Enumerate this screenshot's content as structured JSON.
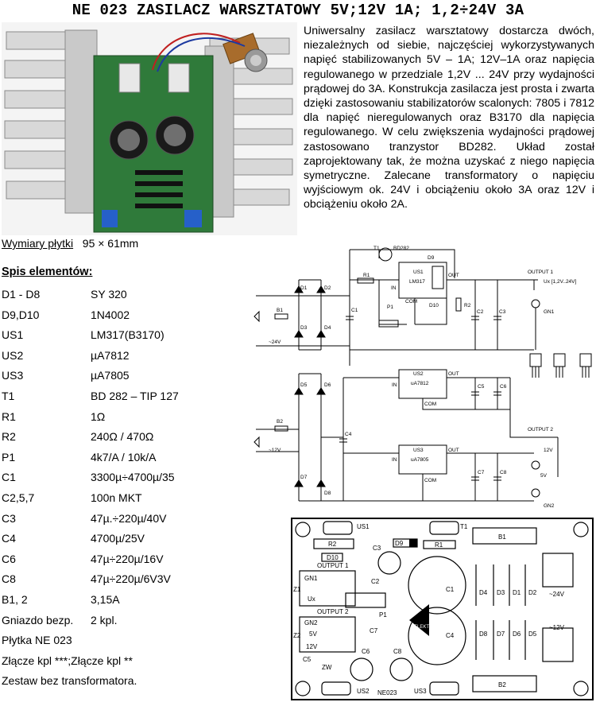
{
  "title": "NE 023 ZASILACZ WARSZTATOWY 5V;12V 1A; 1,2÷24V 3A",
  "description": "Uniwersalny zasilacz warsztatowy dostarcza dwóch, niezależnych od siebie, najczęściej wykorzystywanych napięć stabilizowanych 5V – 1A; 12V–1A oraz napięcia regulowanego w przedziale 1,2V ... 24V przy wydajności prądowej do 3A. Konstrukcja zasilacza jest prosta i zwarta dzięki zastosowaniu stabilizatorów scalonych: 7805 i 7812 dla napięć nieregulowanych oraz B3170 dla napięcia regulowanego. W celu zwiększenia wydajności prądowej zastosowano tranzystor BD282. Układ został zaprojektowany tak, że można uzyskać z niego napięcia symetryczne. Zalecane transformatory o napięciu wyjściowym ok. 24V i obciążeniu około 3A oraz 12V i obciążeniu około 2A.",
  "board": {
    "label": "Wymiary płytki",
    "value": "95 × 61mm"
  },
  "parts_title": "Spis elementów:",
  "parts": [
    {
      "k": "D1 - D8",
      "v": "SY 320"
    },
    {
      "k": "D9,D10",
      "v": "1N4002"
    },
    {
      "k": "US1",
      "v": "LM317(B3170)"
    },
    {
      "k": "US2",
      "v": "µA7812"
    },
    {
      "k": "US3",
      "v": "µA7805"
    },
    {
      "k": "T1",
      "v": "BD 282 – TIP 127"
    },
    {
      "k": "R1",
      "v": "1Ω"
    },
    {
      "k": "R2",
      "v": "240Ω / 470Ω"
    },
    {
      "k": "P1",
      "v": "4k7/A / 10k/A"
    },
    {
      "k": "C1",
      "v": "3300µ÷4700µ/35"
    },
    {
      "k": "C2,5,7",
      "v": "100n MKT"
    },
    {
      "k": "C3",
      "v": "47µ.÷220µ/40V"
    },
    {
      "k": "C4",
      "v": "4700µ/25V"
    },
    {
      "k": "C6",
      "v": "47µ÷220µ/16V"
    },
    {
      "k": "C8",
      "v": "47µ÷220µ/6V3V"
    },
    {
      "k": "B1, 2",
      "v": "3,15A"
    },
    {
      "k": "Gniazdo bezp.",
      "v": "2 kpl."
    },
    {
      "k": "Płytka NE 023",
      "v": ""
    },
    {
      "k": "Złącze kpl ***;Złącze kpl **",
      "v": ""
    },
    {
      "k": "Zestaw bez transformatora.",
      "v": ""
    }
  ],
  "schematic": {
    "t1": "T1",
    "bd": "BD282",
    "d9": "D9",
    "us1": "US1",
    "lm": "LM317",
    "r1": "R1",
    "in": "IN",
    "out": "OUT",
    "com": "COM",
    "d10": "D10",
    "r2": "R2",
    "c2": "C2",
    "c3": "C3",
    "p1": "P1",
    "c1": "C1",
    "out1": "OUTPUT 1",
    "ux": "Ux [1,2V..24V]",
    "gn1": "GN1",
    "b1": "B1",
    "v24": "~24V",
    "d1": "D1",
    "d2": "D2",
    "d3": "D3",
    "d4": "D4",
    "us2": "US2",
    "ua7812": "uA7812",
    "c5": "C5",
    "c6": "C6",
    "c4": "C4",
    "b2": "B2",
    "v12": "~12V",
    "d5": "D5",
    "d6": "D6",
    "d7": "D7",
    "d8": "D8",
    "out2": "OUTPUT 2",
    "p12": "12V",
    "us3": "US3",
    "ua7805": "uA7805",
    "c7": "C7",
    "c8": "C8",
    "p5": "5V",
    "gn2": "GN2"
  },
  "pcb": {
    "us1": "US1",
    "t1": "T1",
    "r2": "R2",
    "d9": "D9",
    "r1": "R1",
    "b1": "B1",
    "c3": "C3",
    "d10": "D10",
    "out1": "OUTPUT 1",
    "gn1": "GN1",
    "z1": "Z1",
    "ux": "Ux",
    "c2": "C2",
    "c1": "C1",
    "d4": "D4",
    "d3": "D3",
    "d1": "D1",
    "d2": "D2",
    "v24": "~24V",
    "out2": "OUTPUT 2",
    "p1": "P1",
    "gn2": "GN2",
    "z2": "Z2",
    "p5": "5V",
    "p12": "12V",
    "c7": "C7",
    "c4": "C4",
    "d8": "D8",
    "d7": "D7",
    "d6": "D6",
    "d5": "D5",
    "v12": "~12V",
    "c5": "C5",
    "c6": "C6",
    "c8": "C8",
    "zw": "ZW",
    "us2": "US2",
    "ne": "NE023",
    "us3": "US3",
    "b2": "B2",
    "logo": "ELEKTRONIK"
  }
}
